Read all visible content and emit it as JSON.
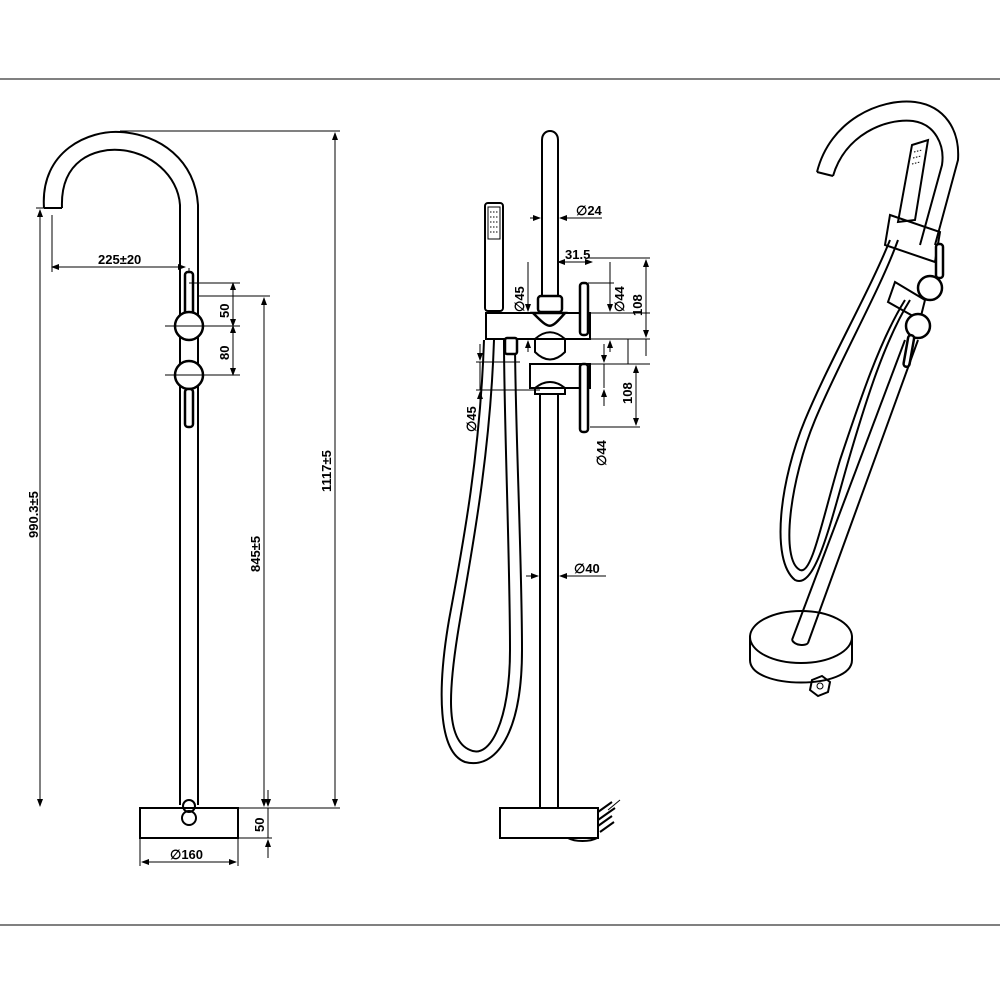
{
  "dimensions": {
    "spout_reach": "225±20",
    "lever_offset": "50",
    "handle_spacing": "80",
    "inlet_height": "990.3±5",
    "mixer_height": "845±5",
    "total_height": "1117±5",
    "base_height": "50",
    "base_diameter": "∅160",
    "spout_diameter": "∅24",
    "spout_offset": "31.5",
    "handle_diameter_top": "∅44",
    "handle_height_top": "108",
    "handset_diameter_top": "∅45",
    "handset_diameter_side": "∅45",
    "handle_height_bottom": "108",
    "handle_diameter_bottom": "∅44",
    "column_diameter": "∅40"
  }
}
